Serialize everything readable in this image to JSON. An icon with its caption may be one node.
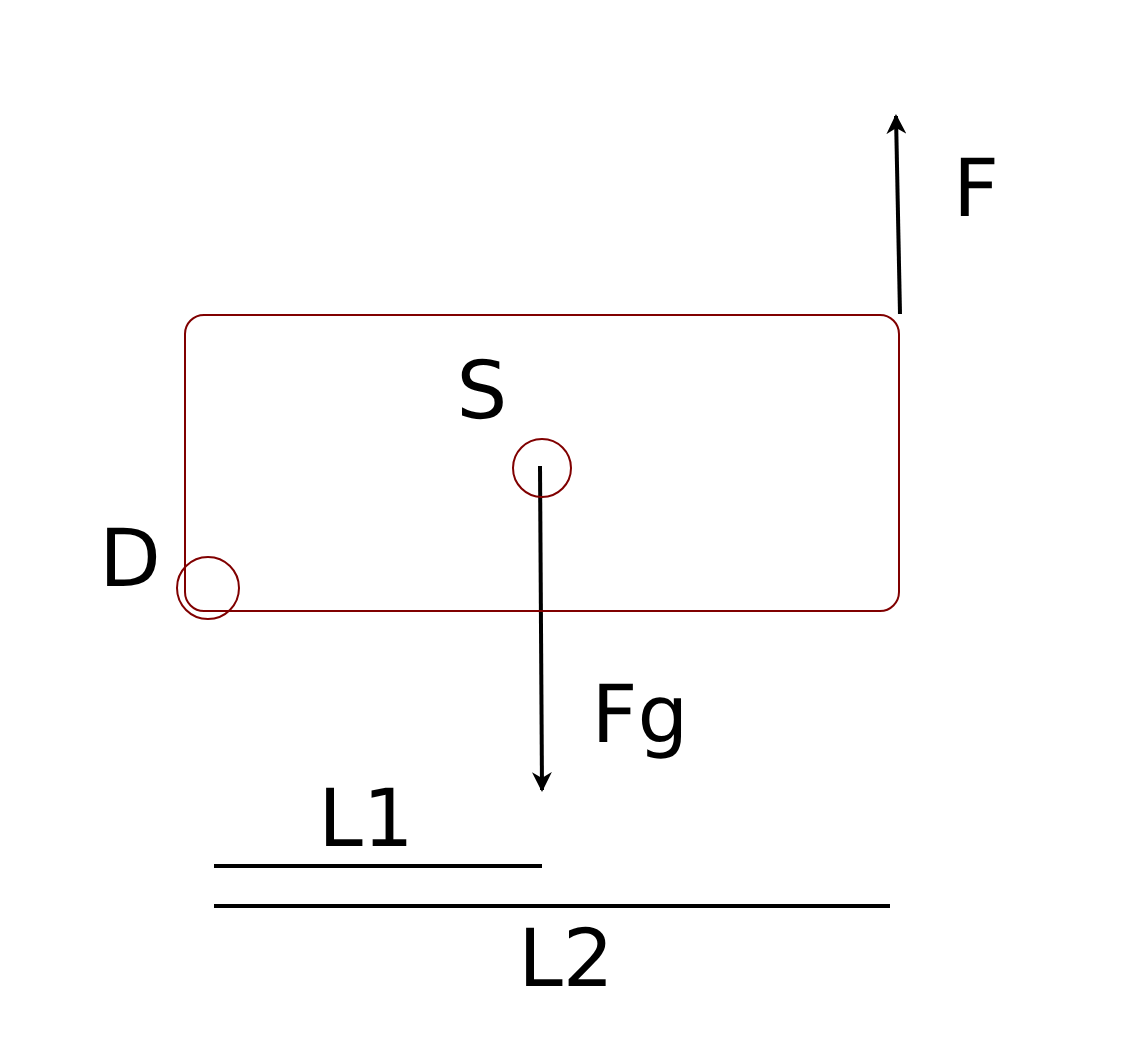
{
  "diagram": {
    "nodes": [
      {
        "text": [],
        "shape": "box"
      },
      {
        "text": [],
        "shape": "circle",
        "beside": [
          "S"
        ],
        "in": 0
      },
      {
        "text": [],
        "shape": "circle",
        "beside": [
          "D"
        ]
      }
    ],
    "labels": [
      "F",
      "Fg",
      "L1",
      "L2"
    ]
  }
}
